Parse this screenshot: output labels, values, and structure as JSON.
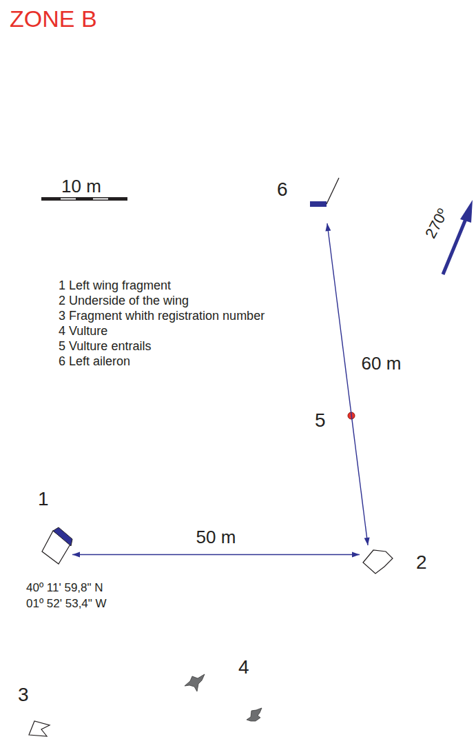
{
  "diagram": {
    "title": "ZONE B",
    "nodes": [
      {
        "text": [
          "1"
        ]
      },
      {
        "text": [
          "2"
        ]
      },
      {
        "text": [
          "6"
        ]
      }
    ],
    "edges": [
      {
        "from": 0,
        "to": 1,
        "arrow": "both",
        "label": "50 m"
      },
      {
        "from": 1,
        "to": 2,
        "arrow": "both",
        "label": "60 m"
      }
    ],
    "labels": [
      "10 m",
      "1 Left wing fragment",
      "2 Underside of the wing",
      "3 Fragment whith registration number",
      "4 Vulture",
      "5 Vulture entrails",
      "6 Left aileron",
      "5",
      "4",
      "3",
      "40º 11' 59,8\" N",
      "01º 52' 53,4\" W",
      "270º"
    ]
  }
}
